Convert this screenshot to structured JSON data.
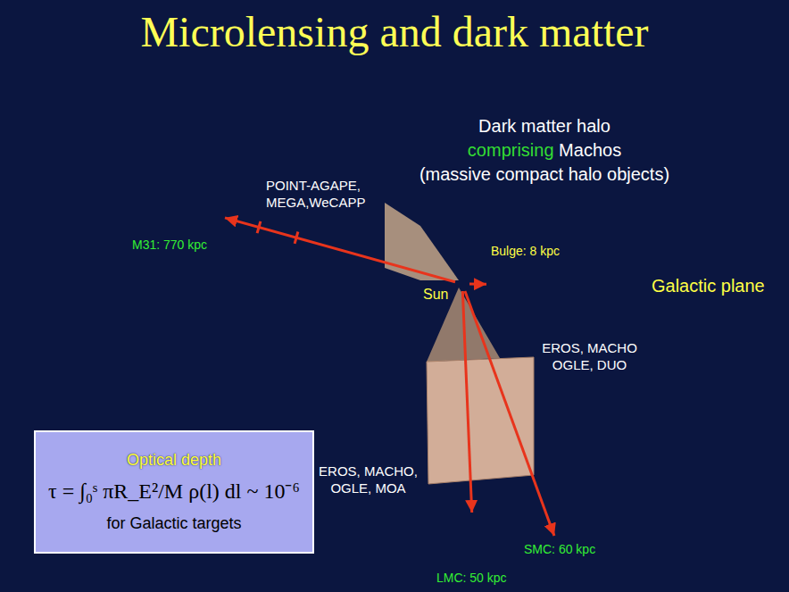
{
  "diagram": {
    "title": "Microlensing and dark matter",
    "nodes": [
      {
        "text": [
          "Dark matter halo comprising Machos (massive compact halo objects)"
        ]
      },
      {
        "text": [
          "Galactic plane"
        ],
        "in": 0
      },
      {
        "text": [
          "Sun"
        ],
        "in": 1
      },
      {
        "text": [
          "M31: 770 kpc"
        ]
      },
      {
        "text": [
          "Bulge: 8 kpc"
        ],
        "in": 1
      },
      {
        "text": [
          "LMC: 50 kpc"
        ],
        "in": 0
      },
      {
        "text": [
          "SMC: 60 kpc"
        ],
        "in": 0
      },
      {
        "text": [
          "Optical depth",
          "τ = ∫₀ˢ πR_E²/M ρ(l) dl ~ 10⁻⁶",
          "for Galactic targets"
        ]
      }
    ],
    "edges": [
      {
        "from": 2,
        "to": 3,
        "arrow": "to"
      },
      {
        "from": 2,
        "to": 4,
        "arrow": "to"
      },
      {
        "from": 2,
        "to": 5,
        "arrow": "to"
      },
      {
        "from": 2,
        "to": 6,
        "arrow": "to"
      }
    ],
    "labels": [
      "POINT-AGAPE, MEGA,WeCAPP",
      "EROS, MACHO OGLE, DUO",
      "EROS, MACHO, OGLE, MOA"
    ]
  }
}
